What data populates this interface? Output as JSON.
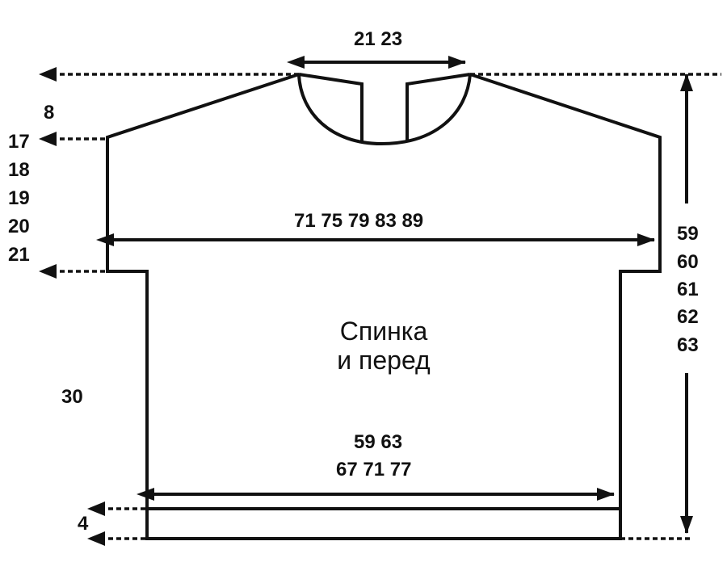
{
  "caption": {
    "line1": "Спинка",
    "line2": "и перед"
  },
  "dimensions": {
    "neck_width": "21 23",
    "chest_width": "71 75 79 83 89",
    "hem_width_line1": "59 63",
    "hem_width_line2": "67 71 77",
    "shoulder_drop": "8",
    "armhole_depth": [
      "17",
      "18",
      "19",
      "20",
      "21"
    ],
    "body_length": "30",
    "rib_height": "4",
    "total_length": [
      "59",
      "60",
      "61",
      "62",
      "63"
    ]
  },
  "colors": {
    "line": "#111111",
    "background": "#ffffff"
  }
}
